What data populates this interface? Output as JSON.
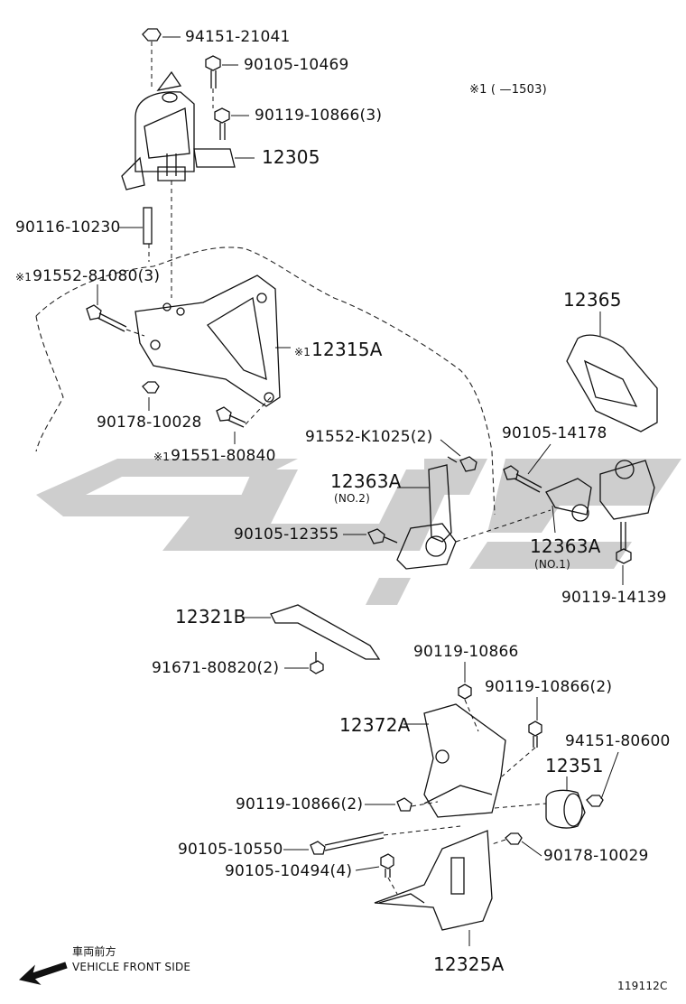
{
  "diagram": {
    "watermark_text": "",
    "note_mark": "※1",
    "note_text": "※1 ( —1503)",
    "labels": {
      "p9415121041": "94151-21041",
      "p9010510469": "90105-10469",
      "p9011910866_3": "90119-10866(3)",
      "p12305": "12305",
      "p9011610230": "90116-10230",
      "p9155281080_3": "91552-81080(3)",
      "p12315A": "12315A",
      "p9017810028": "90178-10028",
      "p9155180840": "91551-80840",
      "p12365": "12365",
      "p91552K1025_2": "91552-K1025(2)",
      "p9010514178": "90105-14178",
      "p12363A_a": "12363A",
      "no2": "(NO.2)",
      "p9010512355": "90105-12355",
      "p12363A_b": "12363A",
      "no1": "(NO.1)",
      "p9011914139": "90119-14139",
      "p12321B": "12321B",
      "p9167180820_2": "91671-80820(2)",
      "p9011910866": "90119-10866",
      "p9011910866_2a": "90119-10866(2)",
      "p12372A": "12372A",
      "p9415180600": "94151-80600",
      "p12351": "12351",
      "p9011910866_2b": "90119-10866(2)",
      "p9010510550": "90105-10550",
      "p9017810029": "90178-10029",
      "p9010510494_4": "90105-10494(4)",
      "p12325A": "12325A",
      "front_jp": "車両前方",
      "front_en": "VEHICLE FRONT SIDE",
      "figure_id": "119112C"
    }
  }
}
